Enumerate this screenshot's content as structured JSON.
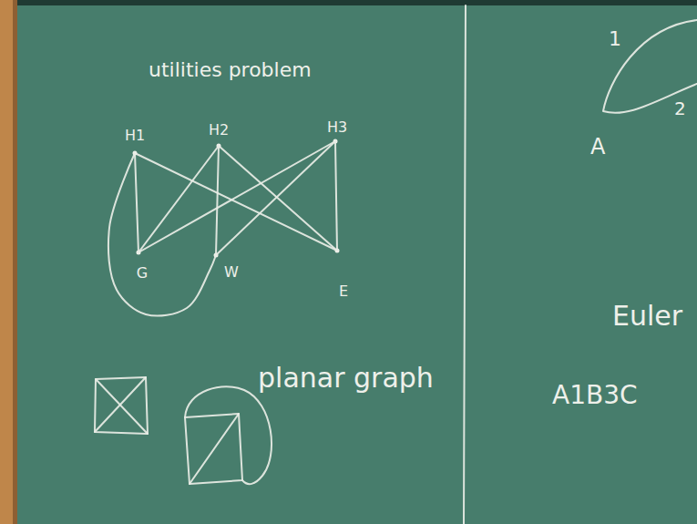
{
  "diagram": {
    "nodes": [
      {
        "text": [
          "H1"
        ]
      },
      {
        "text": [
          "H2"
        ]
      },
      {
        "text": [
          "H3"
        ]
      },
      {
        "text": [
          "G"
        ]
      },
      {
        "text": [
          "W"
        ]
      },
      {
        "text": [
          "E"
        ]
      }
    ],
    "edges": [
      {
        "from": 0,
        "to": 3,
        "arrow": "none"
      },
      {
        "from": 0,
        "to": 4,
        "arrow": "none"
      },
      {
        "from": 0,
        "to": 5,
        "arrow": "none"
      },
      {
        "from": 1,
        "to": 3,
        "arrow": "none"
      },
      {
        "from": 1,
        "to": 4,
        "arrow": "none"
      },
      {
        "from": 1,
        "to": 5,
        "arrow": "none"
      },
      {
        "from": 2,
        "to": 3,
        "arrow": "none"
      },
      {
        "from": 2,
        "to": 4,
        "arrow": "none"
      },
      {
        "from": 2,
        "to": 5,
        "arrow": "none"
      }
    ],
    "labels": [
      "utilities problem",
      "planar graph",
      "1",
      "2",
      "A",
      "Euler",
      "A1B3C"
    ]
  }
}
